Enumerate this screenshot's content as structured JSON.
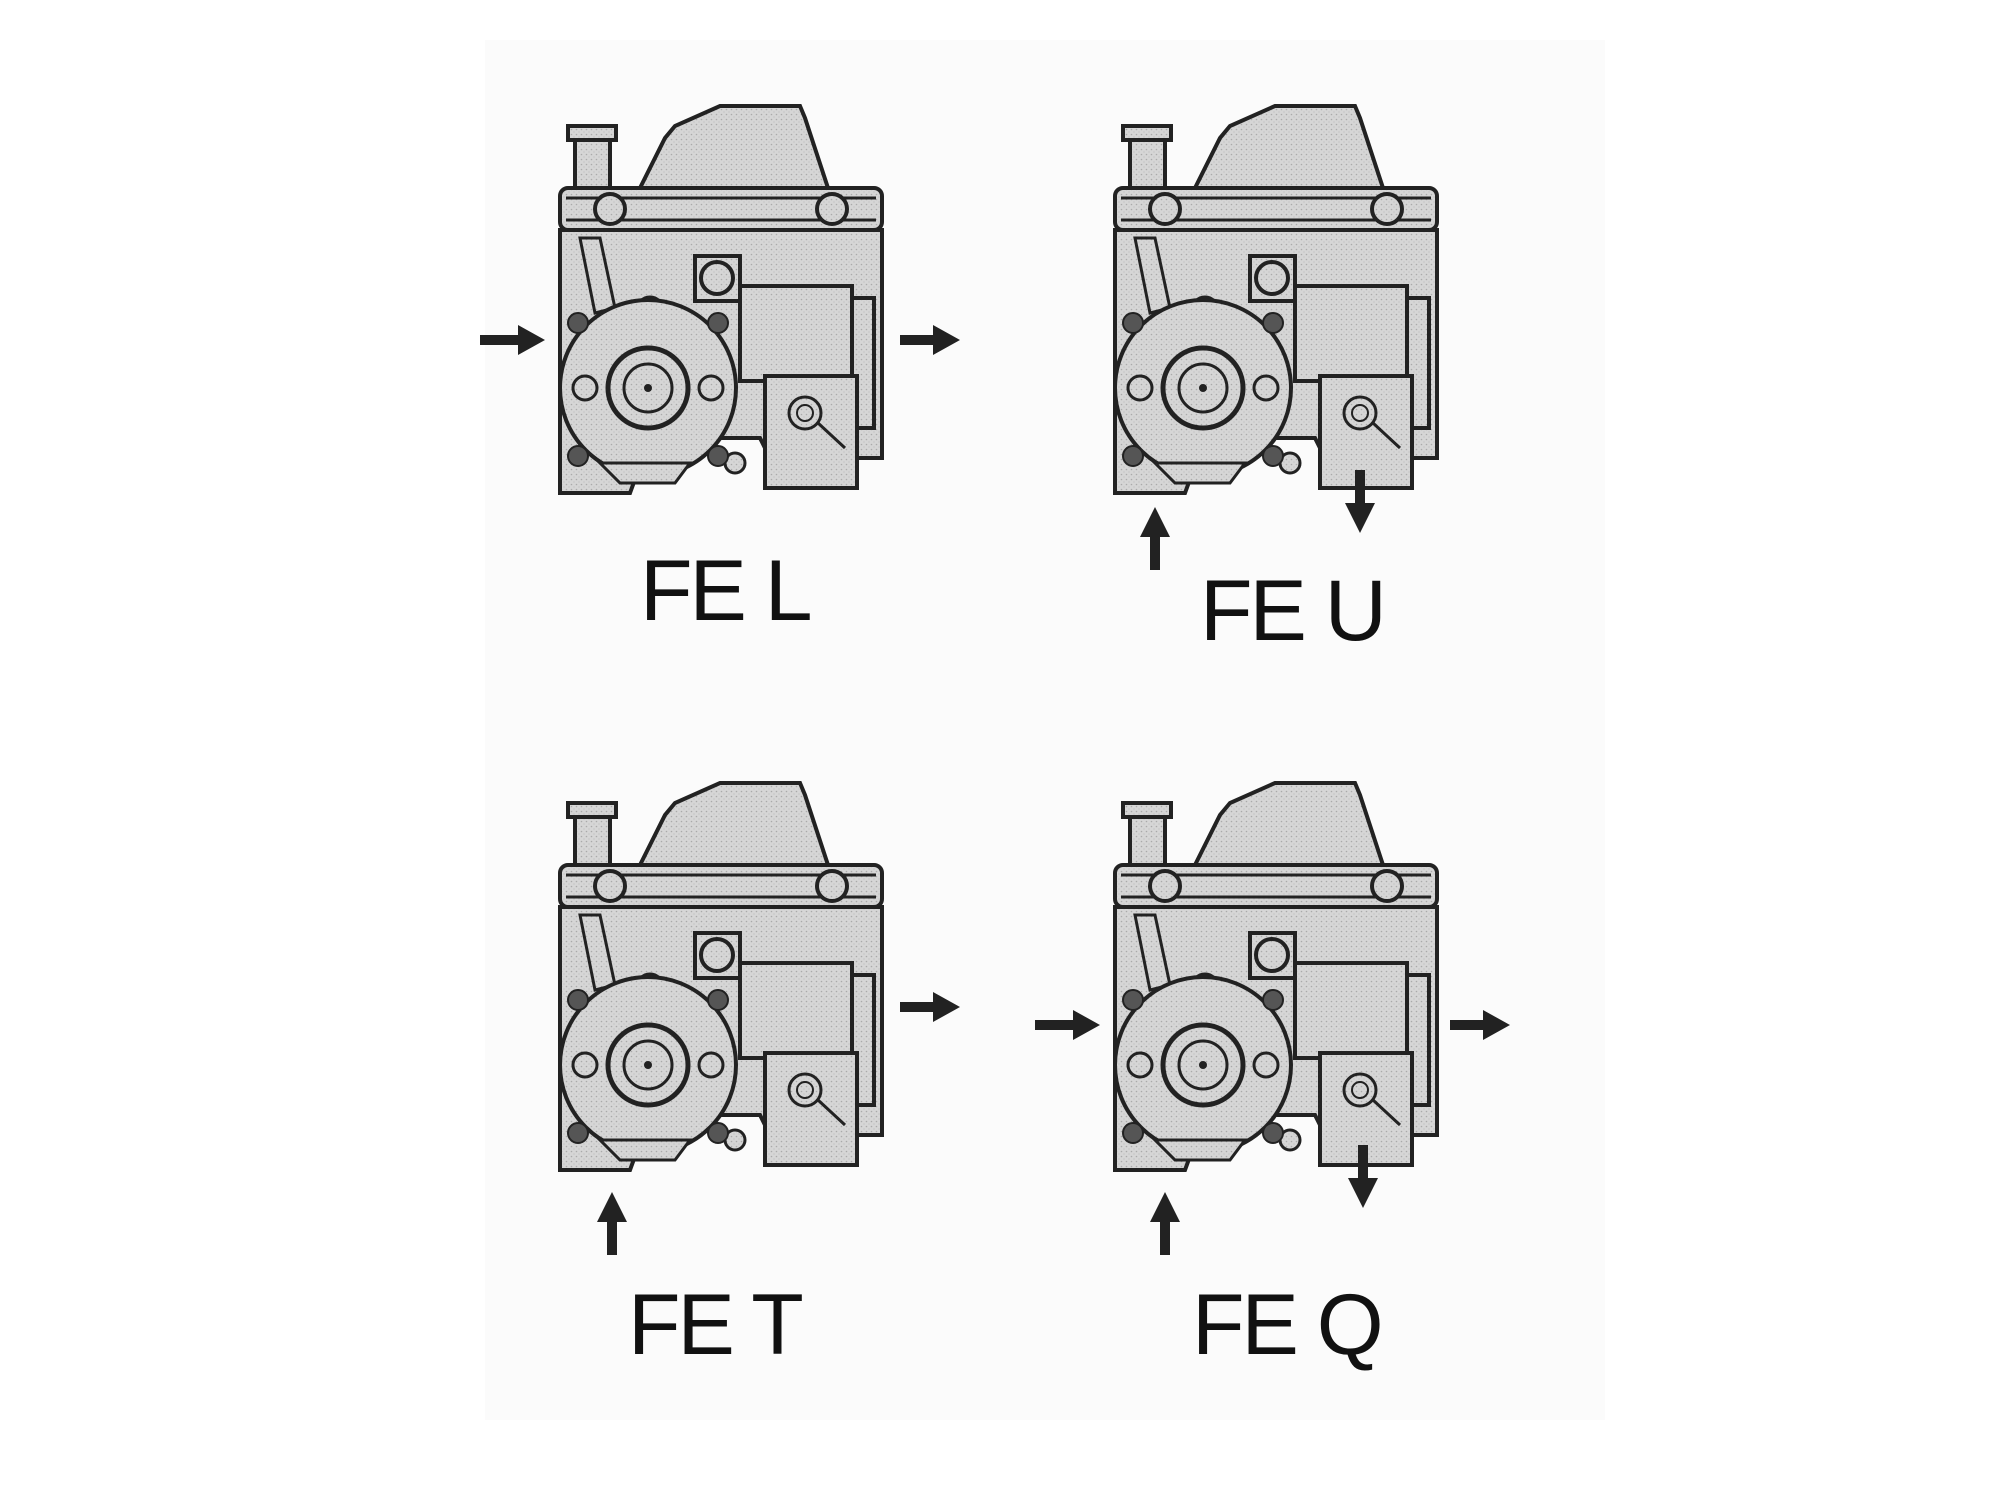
{
  "figure": {
    "panels": [
      {
        "id": "fe-l",
        "label": "FE L"
      },
      {
        "id": "fe-u",
        "label": "FE U"
      },
      {
        "id": "fe-t",
        "label": "FE T"
      },
      {
        "id": "fe-q",
        "label": "FE Q"
      }
    ]
  },
  "colors": {
    "background": "#ffffff",
    "panel_bg": "#f7f7f7",
    "body_fill": "#d9d9d9",
    "line": "#222222",
    "text": "#111111"
  }
}
